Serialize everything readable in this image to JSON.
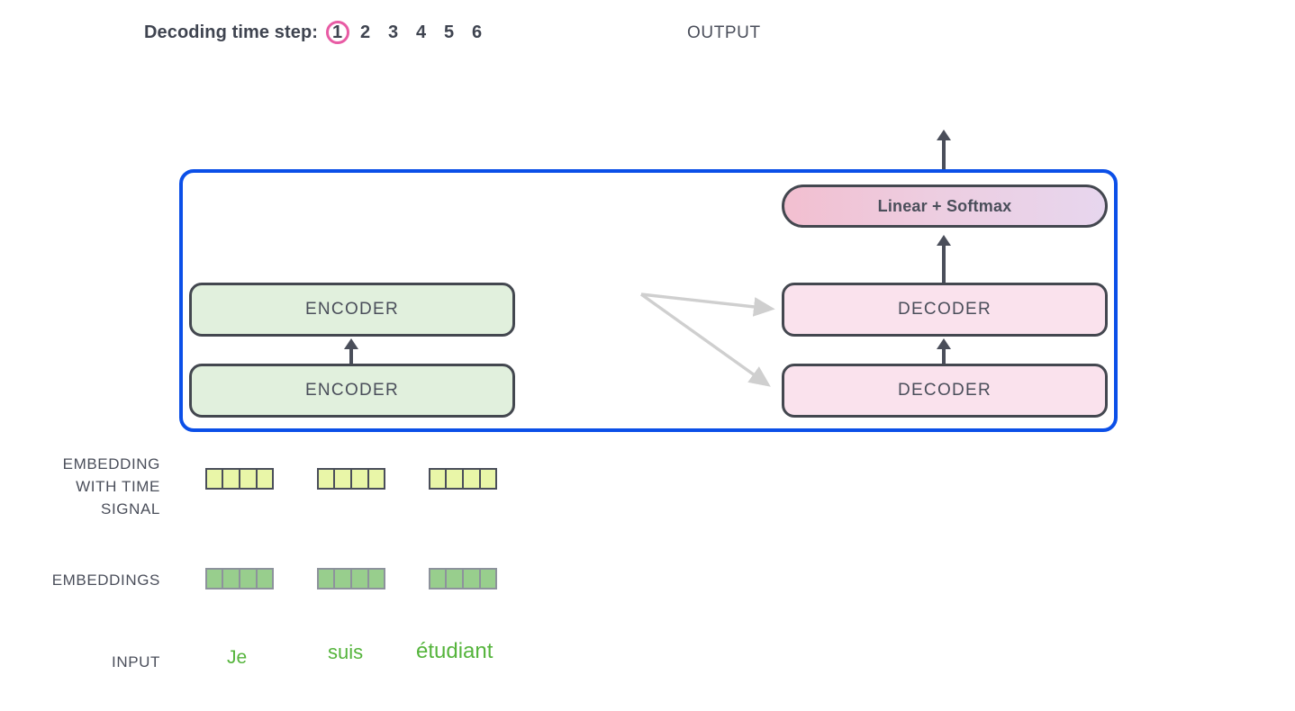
{
  "header": {
    "timestep_label": "Decoding time step:",
    "steps": [
      "1",
      "2",
      "3",
      "4",
      "5",
      "6"
    ],
    "active_step_index": 0,
    "active_step_color": "#e85ba4",
    "output_label": "OUTPUT"
  },
  "model": {
    "border_color": "#0b4fe8",
    "encoder_stack": [
      {
        "label": "ENCODER"
      },
      {
        "label": "ENCODER"
      }
    ],
    "decoder_stack": [
      {
        "label": "DECODER"
      },
      {
        "label": "DECODER"
      }
    ],
    "output_head": {
      "label": "Linear + Softmax",
      "gradient_from": "#f2bfd0",
      "gradient_to": "#e7d6ee"
    },
    "encoder_fill": "#e1f0dd",
    "decoder_fill": "#fae2ed",
    "arrow_color": "#4a4e5a",
    "cross_arrow_color": "#cfcfcf"
  },
  "rows": {
    "time_signal_label": "EMBEDDING\nWITH TIME\nSIGNAL",
    "time_signal_label_lines": [
      "EMBEDDING",
      "WITH TIME",
      "SIGNAL"
    ],
    "embeddings_label": "EMBEDDINGS",
    "input_label": "INPUT"
  },
  "vectors": {
    "cells_per_vector": 4,
    "time_signal_color": "#e9f6a8",
    "embeddings_color": "#98ce8d",
    "time_signal": [
      {
        "cells": 4
      },
      {
        "cells": 4
      },
      {
        "cells": 4
      }
    ],
    "embeddings": [
      {
        "cells": 4
      },
      {
        "cells": 4
      },
      {
        "cells": 4
      }
    ]
  },
  "input": {
    "word_color": "#55b43c",
    "words": [
      "Je",
      "suis",
      "étudiant"
    ]
  }
}
